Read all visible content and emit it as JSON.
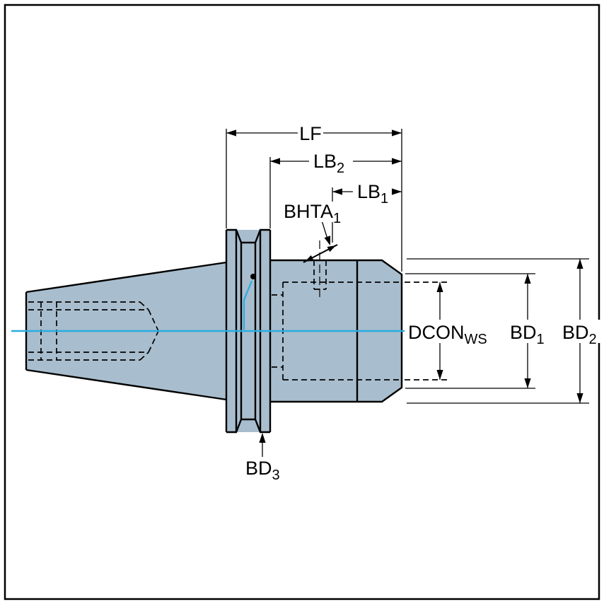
{
  "diagram": {
    "colors": {
      "part_fill": "#a8bdcd",
      "outline": "#000000",
      "centerline": "#2aace2",
      "dimension": "#000000",
      "background": "#ffffff"
    },
    "labels": {
      "lf": {
        "base": "LF",
        "sub": ""
      },
      "lb2": {
        "base": "LB",
        "sub": "2"
      },
      "lb1": {
        "base": "LB",
        "sub": "1"
      },
      "bhta1": {
        "base": "BHTA",
        "sub": "1"
      },
      "dcon_ws": {
        "base": "DCON",
        "sub": "WS"
      },
      "bd1": {
        "base": "BD",
        "sub": "1"
      },
      "bd2": {
        "base": "BD",
        "sub": "2"
      },
      "bd3": {
        "base": "BD",
        "sub": "3"
      }
    }
  }
}
